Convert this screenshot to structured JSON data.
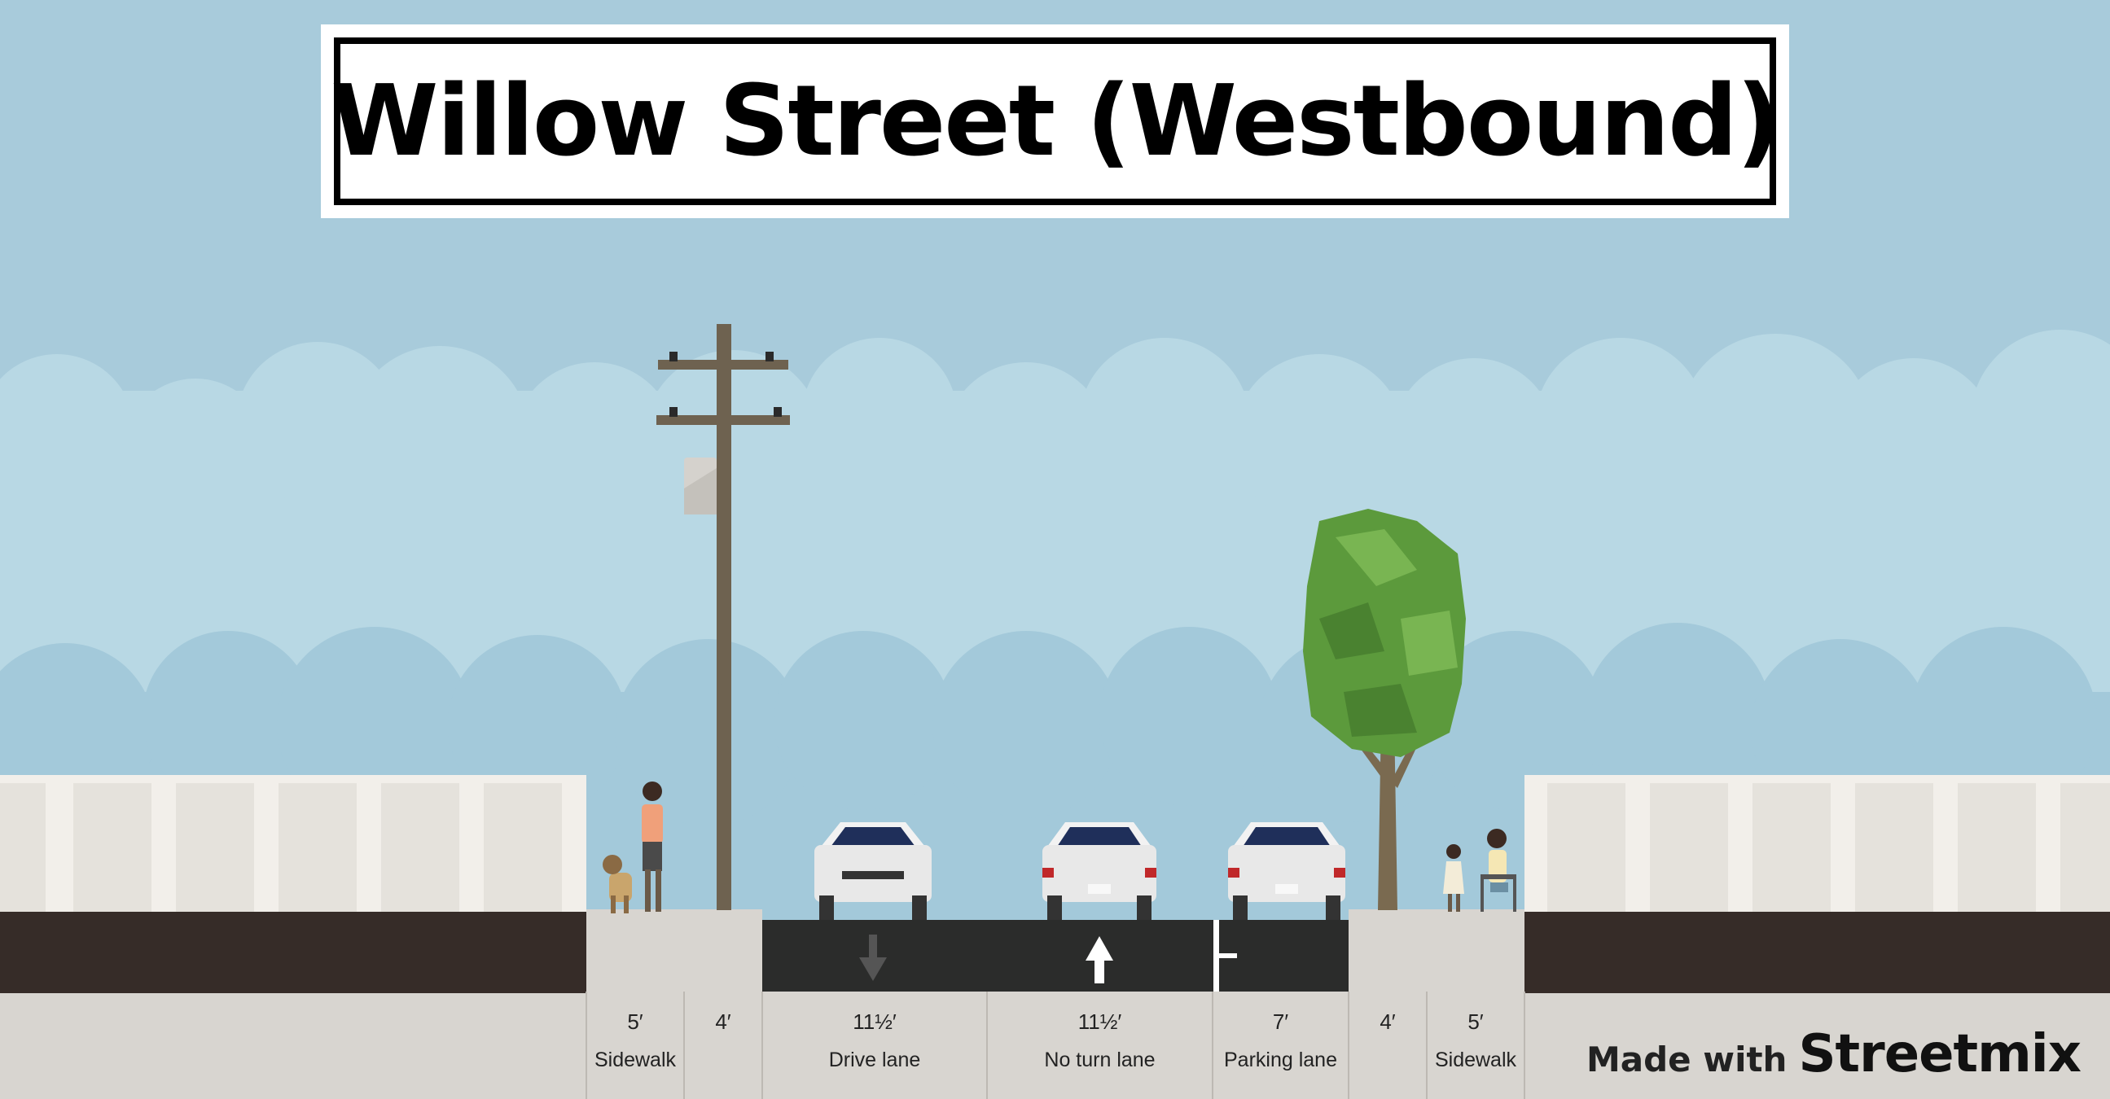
{
  "street": {
    "name": "Willow Street (Westbound)"
  },
  "segments": [
    {
      "id": "sidewalk-left",
      "width": "5′",
      "label": "Sidewalk"
    },
    {
      "id": "utility-strip",
      "width": "4′",
      "label": ""
    },
    {
      "id": "drive-lane",
      "width": "11½′",
      "label": "Drive lane"
    },
    {
      "id": "no-turn-lane",
      "width": "11½′",
      "label": "No turn lane"
    },
    {
      "id": "parking-lane",
      "width": "7′",
      "label": "Parking lane"
    },
    {
      "id": "tree-strip",
      "width": "4′",
      "label": ""
    },
    {
      "id": "sidewalk-right",
      "width": "5′",
      "label": "Sidewalk"
    }
  ],
  "footer": {
    "made_with": "Made with",
    "brand": "Streetmix"
  },
  "colors": {
    "sky": "#a8cbdb",
    "asphalt": "#2b2c2b",
    "sidewalk": "#d8d5d0",
    "building_base": "#362c28",
    "tree": "#5c9a3c",
    "pole": "#6e6250"
  },
  "icons": {
    "drive_lane_arrow": "arrow-down",
    "no_turn_lane_arrow": "arrow-up"
  }
}
